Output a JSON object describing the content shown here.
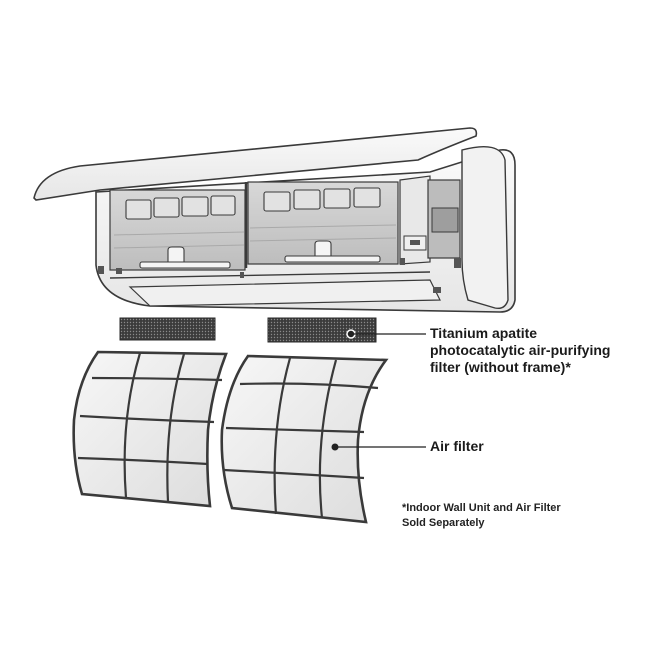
{
  "diagram": {
    "subject": "Indoor wall air conditioner unit with front panel open",
    "labels": {
      "titanium_filter": {
        "line1": "Titanium apatite",
        "line2": "photocatalytic air-purifying",
        "line3": "filter (without frame)*"
      },
      "air_filter": "Air filter"
    },
    "footnote": {
      "line1": "*Indoor Wall Unit and Air Filter",
      "line2": "Sold Separately"
    },
    "colors": {
      "outline": "#3a3a3a",
      "panel": "#f4f4f4",
      "interior": "#c9c9c9",
      "carbon_filter": "#3b3b3b",
      "filter_mesh": "#ececec",
      "text": "#1a1a1a"
    }
  }
}
